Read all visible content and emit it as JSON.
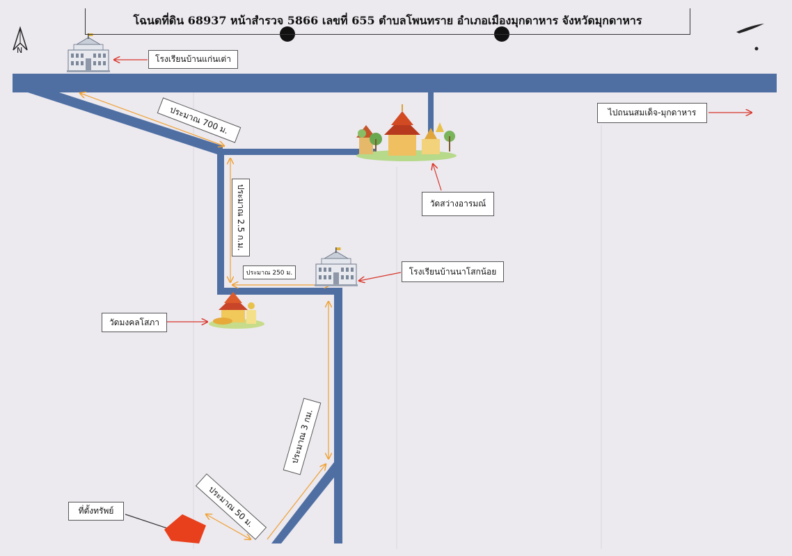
{
  "title": "โฉนดที่ดิน  68937 หน้าสำรวจ 5866 เลขที่ 655 ตำบลโพนทราย อำเภอเมืองมุกดาหาร จังหวัดมุกดาหาร",
  "north_label": "N",
  "landmarks": {
    "school_kaenthao": "โรงเรียนบ้านแก่นเต่า",
    "to_road": "ไปถนนสมเด็จ-มุกดาหาร",
    "wat_sawang": "วัดสว่างอารมณ์",
    "school_nasok": "โรงเรียนบ้านนาโสกน้อย",
    "wat_mongkhon": "วัดมงคลโสภา",
    "property": "ที่ตั้งทรัพย์"
  },
  "distances": {
    "d700": "ประมาณ 700 ม.",
    "d2_5km": "ประมาณ 2.5 ก.ม.",
    "d250": "ประมาณ 250 ม.",
    "d3km": "ประมาณ 3 กม.",
    "d50": "ประมาณ 50 ม."
  },
  "colors": {
    "road": "#4f6fa3",
    "distance_line": "#f0a030",
    "pointer_arrow": "#d9362a",
    "property": "#e8401c"
  }
}
